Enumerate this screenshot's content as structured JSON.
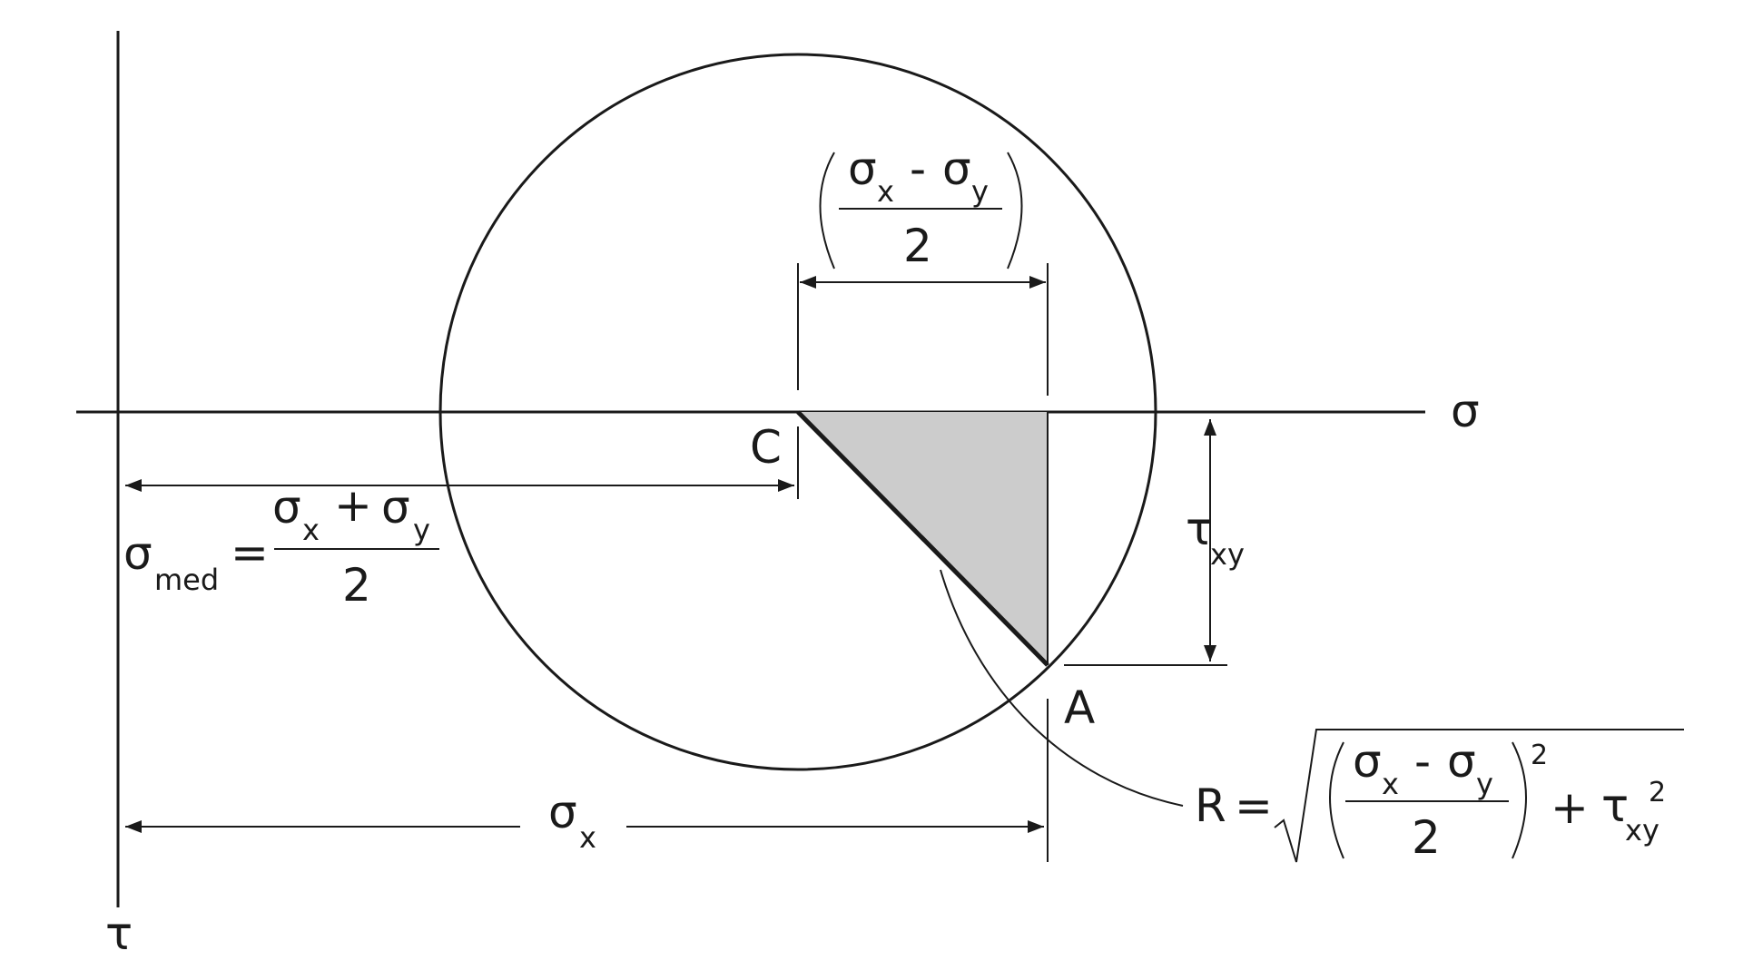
{
  "axes": {
    "sigma_label": "σ",
    "tau_label": "τ"
  },
  "points": {
    "center_label": "C",
    "stress_point_label": "A"
  },
  "labels": {
    "half_difference": {
      "num_left": "σ",
      "num_left_sub": "x",
      "num_op": "-",
      "num_right": "σ",
      "num_right_sub": "y",
      "denominator": "2"
    },
    "tau_xy": {
      "symbol": "τ",
      "sub": "xy"
    },
    "sigma_med": {
      "lhs": "σ",
      "lhs_sub": "med",
      "equals": "=",
      "num_left": "σ",
      "num_left_sub": "x",
      "num_op": "+",
      "num_right": "σ",
      "num_right_sub": "y",
      "denominator": "2"
    },
    "sigma_x": {
      "symbol": "σ",
      "sub": "x"
    },
    "radius": {
      "lhs": "R",
      "equals": "=",
      "num_left": "σ",
      "num_left_sub": "x",
      "num_op": "-",
      "num_right": "σ",
      "num_right_sub": "y",
      "denominator": "2",
      "power": "2",
      "plus": "+",
      "tau": "τ",
      "tau_sub": "xy",
      "tau_power": "2"
    }
  },
  "colors": {
    "ink": "#1a1a1a",
    "shaded_triangle": "#cccccc",
    "background": "#ffffff"
  }
}
